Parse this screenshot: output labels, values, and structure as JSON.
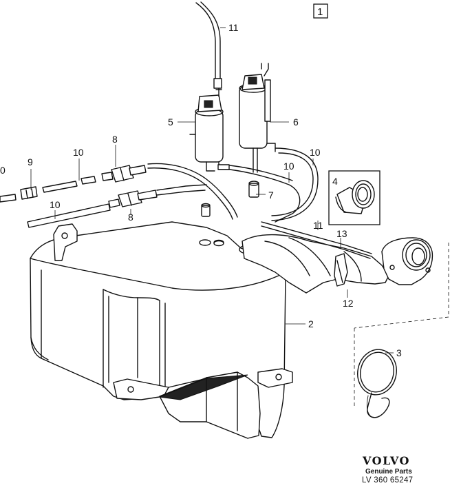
{
  "ref_box": {
    "label": "1"
  },
  "callouts": {
    "c11_top": "11",
    "c5": "5",
    "c6": "6",
    "c8_top": "8",
    "c10_a": "10",
    "c9": "9",
    "c10_left_edge": "0",
    "c10_b": "10",
    "c8_bottom": "8",
    "c7": "7",
    "c10_c": "10",
    "c10_d": "10",
    "c4": "4",
    "c11_mid": "11",
    "c13": "13",
    "c12": "12",
    "c2": "2",
    "c3": "3"
  },
  "branding": {
    "logo_text": "VOLVO",
    "subtitle": "Genuine Parts",
    "code": "LV 360 65247"
  }
}
